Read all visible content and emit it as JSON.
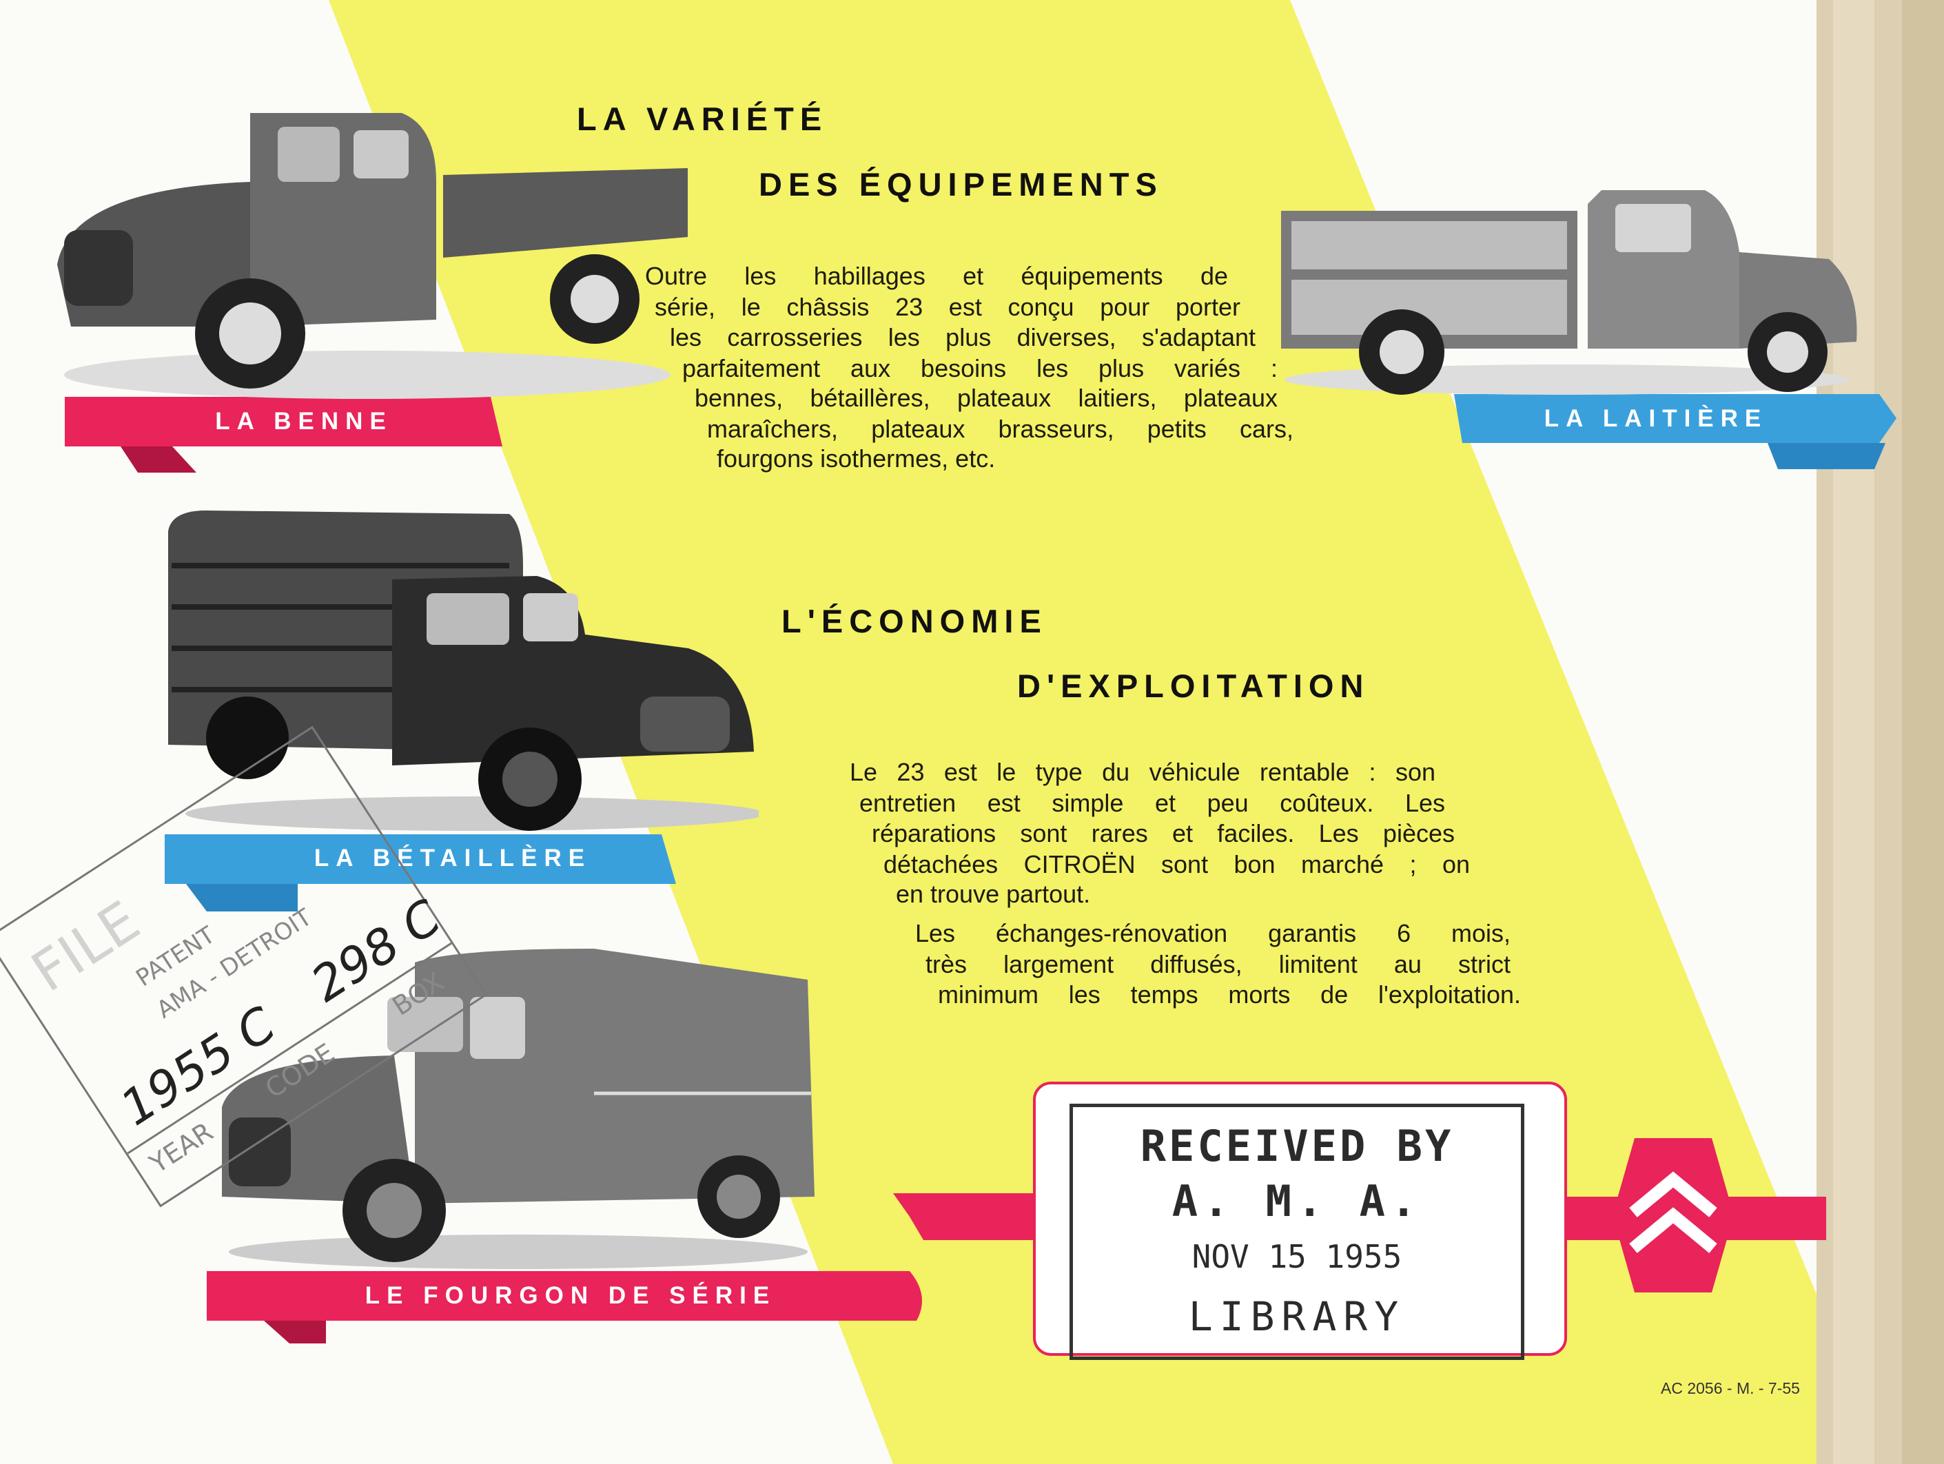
{
  "section1": {
    "title_line1": "LA VARIÉTÉ",
    "title_line2": "DES ÉQUIPEMENTS",
    "paragraph_lines": [
      "Outre les habillages et équipements de",
      "série, le châssis 23 est conçu pour porter",
      "les carrosseries les plus diverses, s'adaptant",
      "parfaitement aux besoins les plus variés :",
      "bennes, bétaillères, plateaux laitiers, plateaux",
      "maraîchers, plateaux brasseurs, petits cars,",
      "fourgons isothermes, etc."
    ]
  },
  "section2": {
    "title_line1": "L'ÉCONOMIE",
    "title_line2": "D'EXPLOITATION",
    "paragraph_lines": [
      "Le 23 est le type du véhicule rentable : son",
      "entretien est simple et peu coûteux. Les",
      "réparations sont rares et faciles. Les pièces",
      "détachées CITROËN sont bon marché ; on",
      "en trouve partout.",
      "Les échanges-rénovation garantis 6 mois,",
      "très largement diffusés, limitent au strict",
      "minimum les temps morts de l'exploitation."
    ]
  },
  "vehicles": [
    {
      "label": "LA BENNE",
      "ribbon_color": "#e8245a"
    },
    {
      "label": "LA LAITIÈRE",
      "ribbon_color": "#3aa0dc"
    },
    {
      "label": "LA BÉTAILLÈRE",
      "ribbon_color": "#3aa0dc"
    },
    {
      "label": "LE FOURGON DE SÉRIE",
      "ribbon_color": "#e8245a"
    }
  ],
  "received_stamp": {
    "line1": "RECEIVED BY",
    "line2": "A. M. A.",
    "line3": "NOV 15 1955",
    "line4": "LIBRARY"
  },
  "archive_stamp": {
    "faint_top": "FILE",
    "patent": "PATENT",
    "org": "AMA - DETROIT",
    "year_value": "1955",
    "code_value": "C",
    "box_value": "298 C",
    "year_label": "YEAR",
    "code_label": "CODE",
    "box_label": "BOX"
  },
  "logo": "citroen-double-chevron",
  "footer_code": "AC 2056 - M. - 7-55",
  "colors": {
    "yellow": "#f4f266",
    "pink": "#e8245a",
    "blue": "#3aa0dc"
  }
}
